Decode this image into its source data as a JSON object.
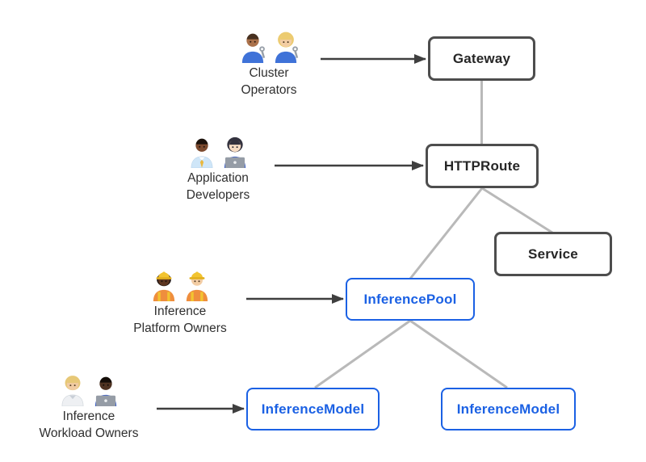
{
  "diagram": {
    "nodes": [
      {
        "id": "gateway",
        "label": "Gateway",
        "variant": "core"
      },
      {
        "id": "httproute",
        "label": "HTTPRoute",
        "variant": "core"
      },
      {
        "id": "service",
        "label": "Service",
        "variant": "core"
      },
      {
        "id": "inference-pool",
        "label": "InferencePool",
        "variant": "extension"
      },
      {
        "id": "inference-model-left",
        "label": "InferenceModel",
        "variant": "extension"
      },
      {
        "id": "inference-model-right",
        "label": "InferenceModel",
        "variant": "extension"
      }
    ],
    "actors": [
      {
        "name": "Cluster Operators",
        "lines": [
          "Cluster",
          "Operators"
        ],
        "icons": [
          {
            "name": "man-mechanic-icon",
            "emoji": "👨🏽‍🔧"
          },
          {
            "name": "woman-mechanic-icon",
            "emoji": "👩🏼‍🔧"
          }
        ],
        "points_to": "Gateway"
      },
      {
        "name": "Application Developers",
        "lines": [
          "Application",
          "Developers"
        ],
        "icons": [
          {
            "name": "man-office-worker-icon",
            "emoji": "👨🏾‍💼"
          },
          {
            "name": "woman-technologist-icon",
            "emoji": "👩🏻‍💻"
          }
        ],
        "points_to": "HTTPRoute"
      },
      {
        "name": "Inference Platform Owners",
        "lines": [
          "Inference",
          "Platform Owners"
        ],
        "icons": [
          {
            "name": "woman-construction-worker-icon",
            "emoji": "👷🏿‍♀️"
          },
          {
            "name": "man-construction-worker-icon",
            "emoji": "👷🏻"
          }
        ],
        "points_to": "InferencePool"
      },
      {
        "name": "Inference Workload Owners",
        "lines": [
          "Inference",
          "Workload Owners"
        ],
        "icons": [
          {
            "name": "health-worker-icon",
            "emoji": "🧑🏼‍⚕️"
          },
          {
            "name": "man-technologist-icon",
            "emoji": "👨🏿‍💻"
          }
        ],
        "points_to": "InferenceModel"
      }
    ],
    "edges": [
      {
        "from": "Gateway",
        "to": "HTTPRoute"
      },
      {
        "from": "HTTPRoute",
        "to": "InferencePool"
      },
      {
        "from": "HTTPRoute",
        "to": "Service"
      },
      {
        "from": "InferencePool",
        "to": "InferenceModel (left)"
      },
      {
        "from": "InferencePool",
        "to": "InferenceModel (right)"
      }
    ],
    "colors": {
      "core_border": "#4d4d4d",
      "core_text": "#262626",
      "extension_border": "#1b61e4",
      "extension_text": "#1b61e4",
      "connector": "#b9b9b9",
      "arrow": "#3f3f3f",
      "actor_label": "#2f2f2f",
      "background": "#ffffff"
    }
  }
}
